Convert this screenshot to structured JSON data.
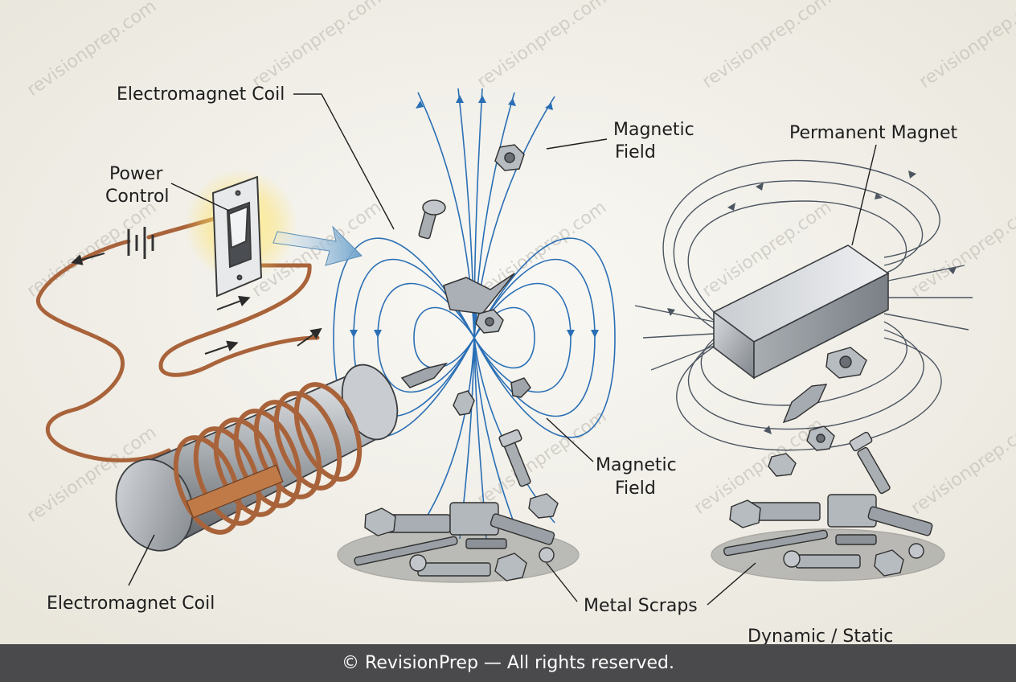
{
  "labels": {
    "coil_top": "Electromagnet Coil",
    "power_line1": "Power",
    "power_line2": "Control",
    "field_top_line1": "Magnetic",
    "field_top_line2": "Field",
    "permanent_magnet": "Permanent Magnet",
    "field_mid_line1": "Magnetic",
    "field_mid_line2": "Field",
    "metal_scraps": "Metal Scraps",
    "coil_bottom": "Electromagnet Coil",
    "dynamic_static": "Dynamic / Static"
  },
  "watermark": "revisionprep.com",
  "footer": "© RevisionPrep — All rights reserved.",
  "colors": {
    "background": "#f1efe8",
    "field_blue": "#2a6fb5",
    "field_gray": "#5a6470",
    "copper": "#b06a3a",
    "footer_bg": "#4a4a4c"
  }
}
